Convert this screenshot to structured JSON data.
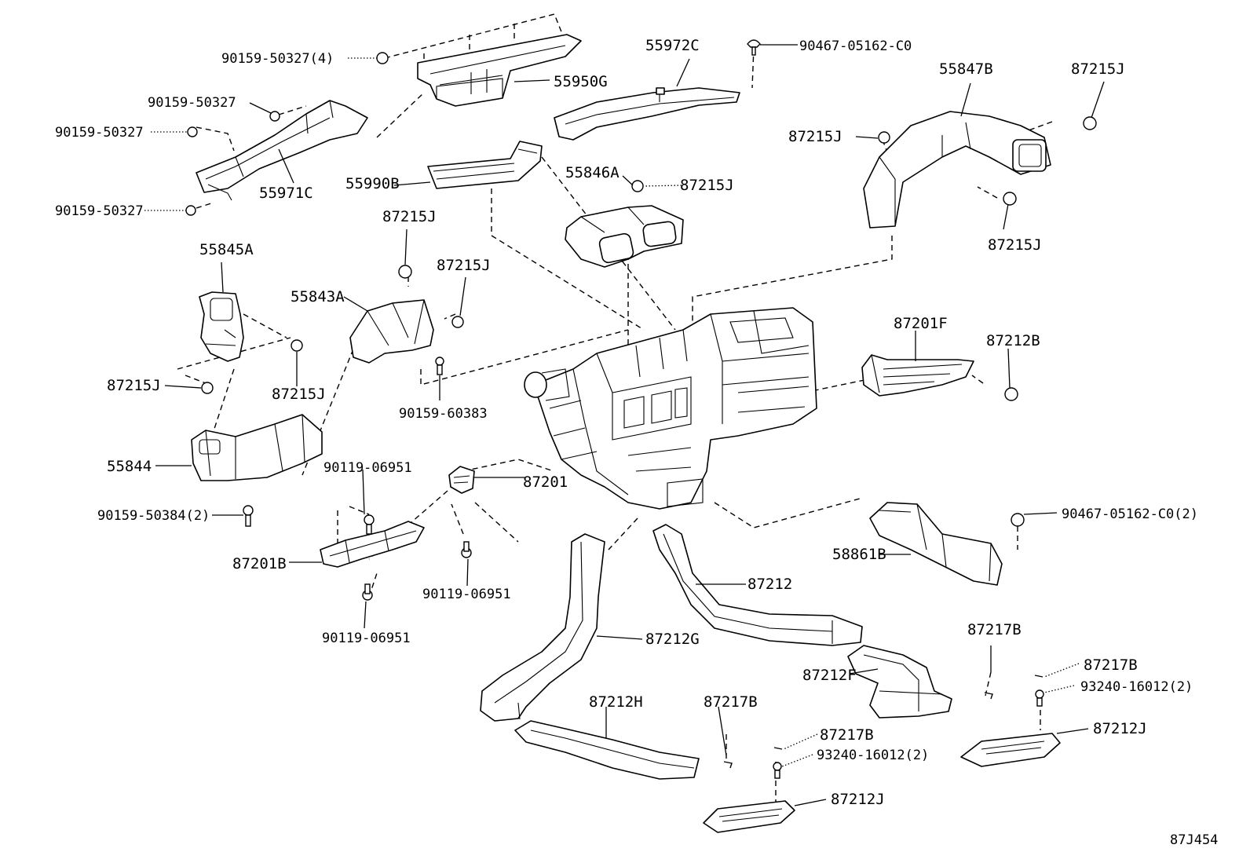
{
  "diagram_code": "87J454",
  "labels": {
    "p90159_50327_4": "90159-50327(4)",
    "p55950G": "55950G",
    "p55972C": "55972C",
    "p90467_05162_C0": "90467-05162-C0",
    "p55847B": "55847B",
    "p87215J_a": "87215J",
    "p90159_50327_a": "90159-50327",
    "p90159_50327_b": "90159-50327",
    "p87215J_b": "87215J",
    "p55990B": "55990B",
    "p55846A": "55846A",
    "p87215J_c": "87215J",
    "p55971C": "55971C",
    "p90159_50327_c": "90159-50327",
    "p87215J_d": "87215J",
    "p87215J_e": "87215J",
    "p55845A": "55845A",
    "p87215J_f": "87215J",
    "p55843A": "55843A",
    "p87201F": "87201F",
    "p87212B": "87212B",
    "p87215J_g": "87215J",
    "p87215J_h": "87215J",
    "p90159_60383": "90159-60383",
    "p90119_06951_a": "90119-06951",
    "p55844": "55844",
    "p87201": "87201",
    "p90159_50384_2": "90159-50384(2)",
    "p90467_05162_C0_2": "90467-05162-C0(2)",
    "p58861B": "58861B",
    "p87201B": "87201B",
    "p87212": "87212",
    "p90119_06951_b": "90119-06951",
    "p90119_06951_c": "90119-06951",
    "p87212G": "87212G",
    "p87217B_a": "87217B",
    "p87217B_b": "87217B",
    "p87212F": "87212F",
    "p93240_16012_2_a": "93240-16012(2)",
    "p87212H": "87212H",
    "p87217B_c": "87217B",
    "p87212J_a": "87212J",
    "p87217B_d": "87217B",
    "p93240_16012_2_b": "93240-16012(2)",
    "p87212J_b": "87212J"
  }
}
